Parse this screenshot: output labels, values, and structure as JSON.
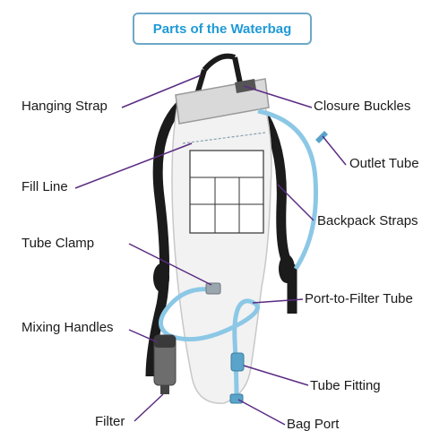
{
  "title": "Parts of the Waterbag",
  "colors": {
    "title_text": "#1f9ad6",
    "title_border": "#6ea8c8",
    "leader_line": "#5b2c83",
    "strap": "#1b1b1b",
    "bag": "#f2f2f2",
    "tube": "#8cc8e6"
  },
  "labels": {
    "hanging_strap": "Hanging Strap",
    "closure_buckles": "Closure Buckles",
    "outlet_tube": "Outlet Tube",
    "fill_line": "Fill Line",
    "backpack_straps": "Backpack Straps",
    "tube_clamp": "Tube Clamp",
    "port_to_filter_tube": "Port-to-Filter Tube",
    "mixing_handles": "Mixing Handles",
    "tube_fitting": "Tube Fitting",
    "filter": "Filter",
    "bag_port": "Bag Port"
  }
}
